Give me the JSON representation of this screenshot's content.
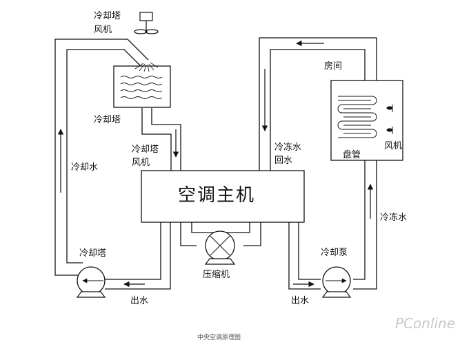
{
  "labels": {
    "tower_fan": "冷却塔\n风机",
    "tower": "冷却塔",
    "tower_fan_2": "冷却塔\n风机",
    "cooling_water": "冷却水",
    "main_unit": "空调主机",
    "compressor": "压缩机",
    "cooling_tower_pump": "冷却塔",
    "outlet_left": "出水",
    "chilled_return": "冷冻水\n回水",
    "room": "房间",
    "coil": "盘管",
    "fan": "风机",
    "chilled_water": "冷冻水",
    "cooling_pump": "冷却泵",
    "outlet_right": "出水"
  },
  "caption": "中央空调原理图",
  "watermark": "PConline"
}
